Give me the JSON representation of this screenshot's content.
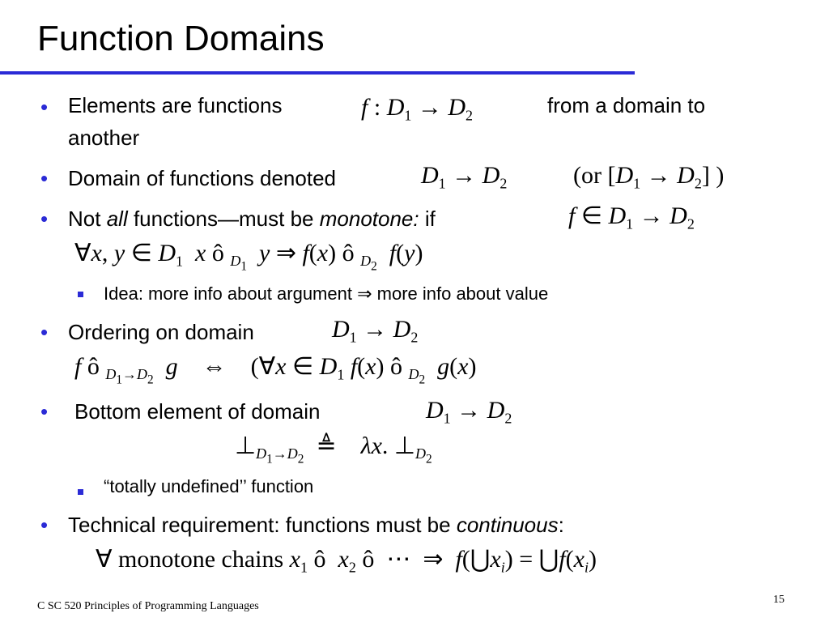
{
  "slide": {
    "title": "Function Domains",
    "bullets": {
      "b1_text": "Elements are functions",
      "b1_math": "f : D1 → D2",
      "b1_tail": "from a domain to",
      "b1_line2": "another",
      "b2_text": "Domain of functions denoted",
      "b2_math": "D1 → D2",
      "b2_or": "(or [D1 → D2] )",
      "b3_pre": "Not",
      "b3_all": "all",
      "b3_mid": "functions—must be",
      "b3_monotone": "monotone:",
      "b3_if": "if",
      "b3_math": "f ∈ D1 → D2",
      "b3_formula": "∀x, y ∈ D1 x ô D1 y ⇒ f(x) ô D2 f(y)",
      "sub1": "Idea:  more info about argument ⇒ more info about value",
      "b4_text": "Ordering on domain",
      "b4_math": "D1 → D2",
      "b4_formula": "f ô D1→D2 g ⇔ (∀x ∈ D1 f(x) ô D2 g(x)",
      "b5_text": "Bottom element of domain",
      "b5_math": "D1 → D2",
      "b5_formula": "⊥D1→D2 ≜ λx.⊥D2",
      "sub2": "“totally undefined’’ function",
      "b6_text": "Technical requirement:  functions must be",
      "b6_cont": "continuous",
      "b6_colon": ":",
      "b6_formula": "∀ monotone chains x1 ô x2 ô ⋯ ⇒ f(⋃xi) = ⋃f(xi)"
    },
    "footer": "C SC 520 Principles of Programming Languages",
    "page_number": "15"
  }
}
